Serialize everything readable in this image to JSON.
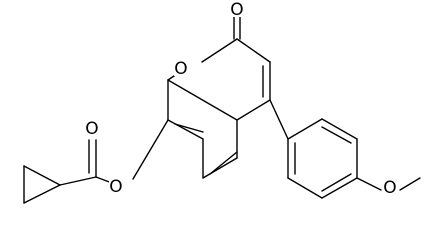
{
  "structure": {
    "atoms": {
      "carbonyl_oxygen": "O",
      "ring_oxygen": "O",
      "ester_carbonyl_oxygen": "O",
      "ester_oxygen": "O",
      "methoxy_oxygen": "O"
    }
  },
  "colors": {
    "bond": "#000000",
    "background": "#ffffff"
  }
}
